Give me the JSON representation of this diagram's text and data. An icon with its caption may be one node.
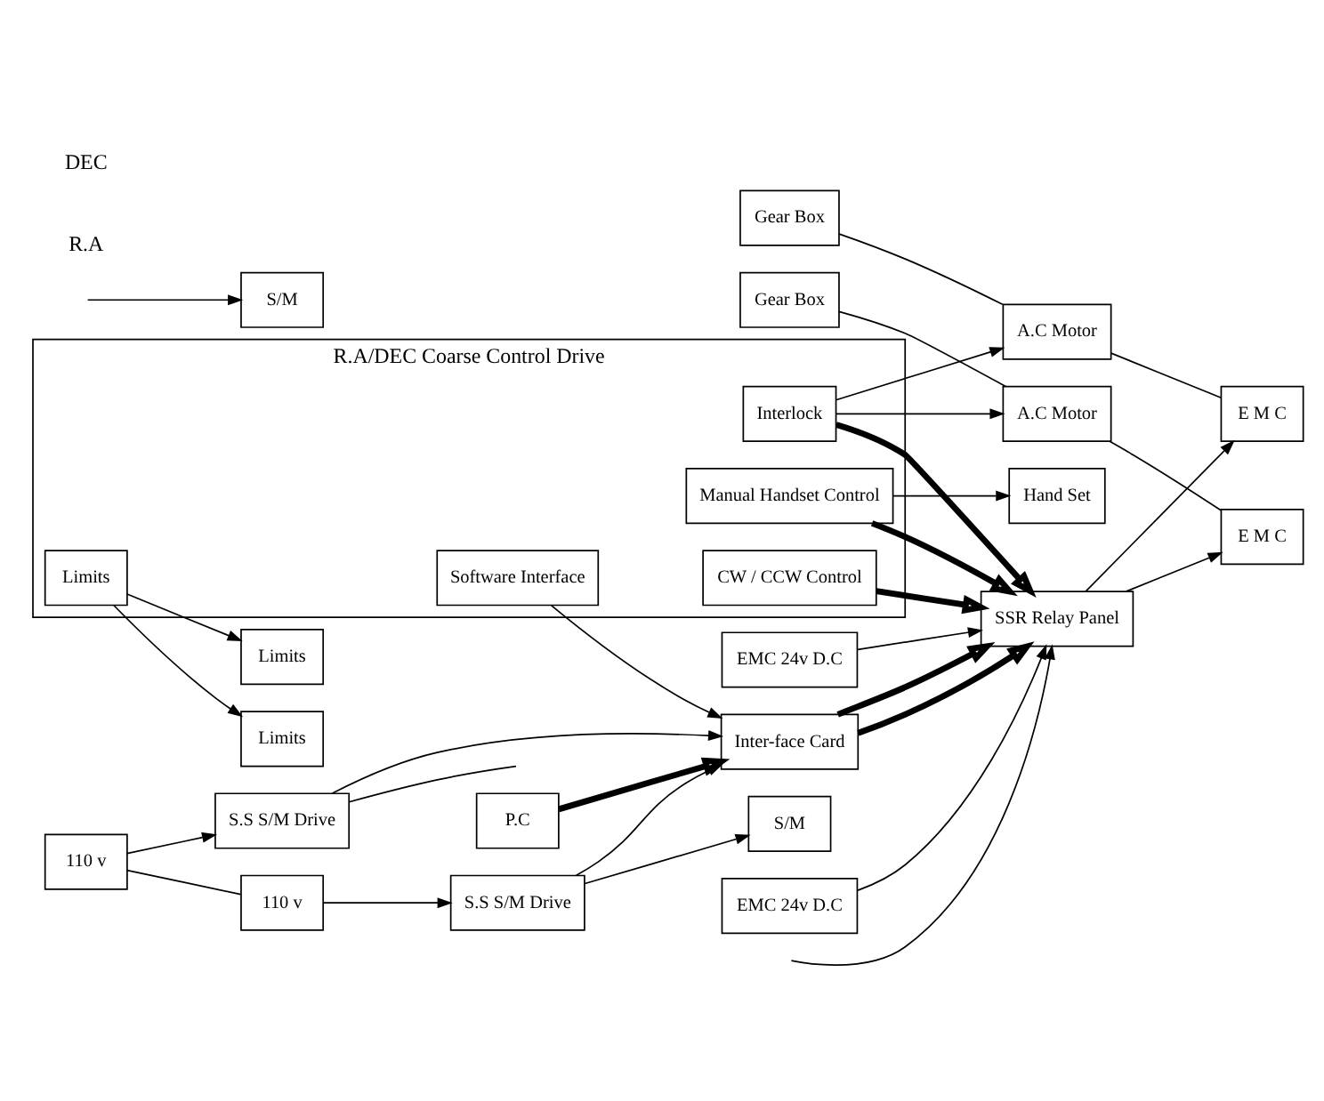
{
  "diagram": {
    "nodes": [
      {
        "text": [
          "R.A/DEC Coarse Control Drive"
        ]
      },
      {
        "text": [
          "CW / CCW Control"
        ],
        "in": 0
      },
      {
        "text": [
          "Manual Handset Control"
        ],
        "in": 0
      },
      {
        "text": [
          "Interlock"
        ],
        "in": 0
      },
      {
        "text": [
          "Limits"
        ],
        "in": 0
      },
      {
        "text": [
          "Software Interface"
        ],
        "in": 0
      },
      {
        "text": [
          "Hand Set"
        ]
      },
      {
        "text": [
          "EMC 24v D.C"
        ]
      },
      {
        "text": [
          "SSR Relay Panel"
        ]
      },
      {
        "text": [
          "S.S S/M Drive"
        ]
      },
      {
        "text": [
          "110 v"
        ]
      },
      {
        "text": [
          "Inter-face Card"
        ]
      },
      {
        "text": [
          "P.C"
        ]
      },
      {
        "text": [
          "EMC 24v D.C"
        ]
      },
      {
        "text": [
          "S.S S/M Drive"
        ]
      },
      {
        "text": [
          "110 v"
        ]
      },
      {
        "text": [
          "Limits"
        ]
      },
      {
        "text": [
          "Gear Box"
        ]
      },
      {
        "text": [
          "A.C Motor"
        ]
      },
      {
        "text": [
          "E M C"
        ]
      },
      {
        "text": [
          "S/M"
        ]
      },
      {
        "text": [
          "Gear Box"
        ]
      },
      {
        "text": [
          "A.C Motor"
        ]
      },
      {
        "text": [
          "E M C"
        ]
      },
      {
        "text": [
          "S/M"
        ]
      },
      {
        "text": [
          "Limits"
        ]
      }
    ],
    "edges": [
      {
        "from": 2,
        "to": 6,
        "arrow": "to"
      },
      {
        "from": 1,
        "to": 8,
        "arrow": "to",
        "style": "thick"
      },
      {
        "from": 2,
        "to": 8,
        "arrow": "to",
        "style": "thick"
      },
      {
        "from": 3,
        "to": 8,
        "arrow": "to",
        "style": "thick"
      },
      {
        "from": 7,
        "to": 8,
        "arrow": "to"
      },
      {
        "from": 9,
        "to": 11,
        "arrow": "to"
      },
      {
        "from": 10,
        "to": 9,
        "arrow": "to"
      },
      {
        "from": 9,
        "to": null,
        "arrow": "none"
      },
      {
        "from": null,
        "to": 8,
        "arrow": "to"
      },
      {
        "from": 10,
        "to": 15,
        "arrow": "none"
      },
      {
        "from": 15,
        "to": 14,
        "arrow": "to"
      },
      {
        "from": 12,
        "to": 11,
        "arrow": "to",
        "style": "thick"
      },
      {
        "from": 11,
        "to": 8,
        "arrow": "to",
        "style": "thick"
      },
      {
        "from": 11,
        "to": 8,
        "arrow": "to",
        "style": "thick"
      },
      {
        "from": 14,
        "to": 11,
        "arrow": "to"
      },
      {
        "from": 5,
        "to": 11,
        "arrow": "to"
      },
      {
        "from": 13,
        "to": 8,
        "arrow": "to"
      },
      {
        "from": 8,
        "to": 19,
        "arrow": "to"
      },
      {
        "from": 8,
        "to": 23,
        "arrow": "to"
      },
      {
        "from": 3,
        "to": 18,
        "arrow": "to"
      },
      {
        "from": 3,
        "to": 22,
        "arrow": "to"
      },
      {
        "from": 4,
        "to": 16,
        "arrow": "to"
      },
      {
        "from": 4,
        "to": 25,
        "arrow": "to"
      },
      {
        "from": 17,
        "to": 18,
        "arrow": "none"
      },
      {
        "from": 18,
        "to": 19,
        "arrow": "none"
      },
      {
        "from": 21,
        "to": 22,
        "arrow": "none"
      },
      {
        "from": 22,
        "to": 23,
        "arrow": "none"
      },
      {
        "from": null,
        "to": 20,
        "arrow": "to"
      },
      {
        "from": 14,
        "to": 24,
        "arrow": "to"
      }
    ],
    "labels": [
      "R.A",
      "DEC"
    ]
  }
}
